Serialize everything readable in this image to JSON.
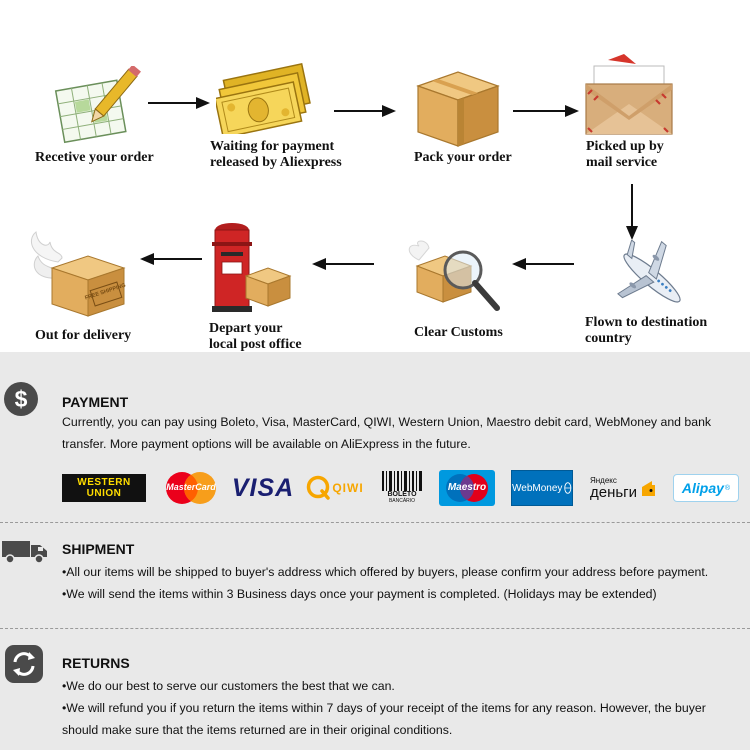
{
  "flow": {
    "steps": [
      {
        "label": "Recetive your order"
      },
      {
        "label": [
          "Waiting for payment",
          "released by Aliexpress"
        ]
      },
      {
        "label": "Pack your order"
      },
      {
        "label": [
          "Picked up by",
          "mail service"
        ]
      },
      {
        "label": [
          "Flown to destination",
          "country"
        ]
      },
      {
        "label": "Clear Customs"
      },
      {
        "label": [
          "Depart your",
          "local post office"
        ]
      },
      {
        "label": "Out for delivery"
      }
    ],
    "box_stamp": "FREE SHIPPING"
  },
  "payment": {
    "title": "PAYMENT",
    "lines": [
      "Currently, you can pay using Boleto, Visa, MasterCard, QIWI, Western Union, Maestro debit card, WebMoney and bank",
      "transfer. More payment options will be available on AliExpress in the future."
    ],
    "logos": {
      "western_union": [
        "WESTERN",
        "UNION"
      ],
      "mastercard": "MasterCard",
      "visa": "VISA",
      "qiwi": "QIWI",
      "boleto": [
        "BOLETO",
        "BANCÁRIO"
      ],
      "maestro": "Maestro",
      "webmoney": "WebMoney",
      "yandex": [
        "Яндекс",
        "деньги"
      ],
      "alipay": "Alipay"
    }
  },
  "shipment": {
    "title": "SHIPMENT",
    "lines": [
      "•All our items will be shipped to buyer's address which offered by buyers, please confirm your address before payment.",
      "•We will send the items within 3 Business days once your payment is completed.    (Holidays may be extended)"
    ]
  },
  "returns": {
    "title": "RETURNS",
    "lines": [
      "•We do our best to serve our customers the best that we can.",
      "•We will refund you if you return the items within 7 days of your receipt of the items for any reason. However, the buyer",
      "should make sure that the items returned are in their original conditions."
    ]
  },
  "colors": {
    "section_bg": "#e9e9e9",
    "icon_dark": "#4a4a4a",
    "mastercard_red": "#eb001b",
    "mastercard_orange": "#f79e1b",
    "visa_blue": "#1a1f71",
    "qiwi_orange": "#f7a600",
    "maestro_blue": "#0099df",
    "webmoney_blue": "#0071bc",
    "alipay_blue": "#00a0e9",
    "wu_yellow": "#ffdd00"
  }
}
